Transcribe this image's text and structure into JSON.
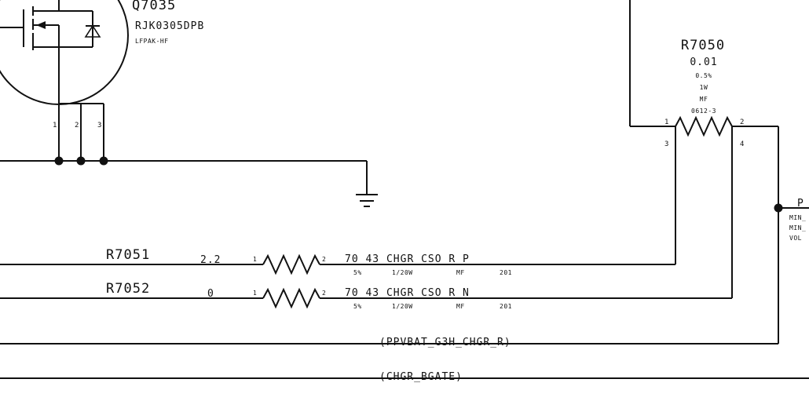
{
  "q7035": {
    "refdes": "Q7035",
    "part": "RJK0305DPB",
    "package": "LFPAK-HF",
    "pins": [
      "1",
      "2",
      "3"
    ]
  },
  "r7050": {
    "refdes": "R7050",
    "value": "0.01",
    "specs": [
      "0.5%",
      "1W",
      "MF",
      "0612-3"
    ],
    "pins": [
      "1",
      "2",
      "3",
      "4"
    ]
  },
  "r7051": {
    "refdes": "R7051",
    "value": "2.2",
    "pin1": "1",
    "pin2": "2",
    "net": "70_43_CHGR_CSO_R_P",
    "specs": [
      "5%",
      "1/20W",
      "MF",
      "201"
    ]
  },
  "r7052": {
    "refdes": "R7052",
    "value": "0",
    "pin1": "1",
    "pin2": "2",
    "net": "70_43_CHGR_CSO_R_N",
    "specs": [
      "5%",
      "1/20W",
      "MF",
      "201"
    ]
  },
  "nets": {
    "ppvbat": "(PPVBAT_G3H_CHGR_R)",
    "bgate": "(CHGR_BGATE)"
  },
  "right_partial": {
    "label": "P",
    "lines": [
      "MIN_",
      "MIN_",
      "VOL"
    ]
  }
}
